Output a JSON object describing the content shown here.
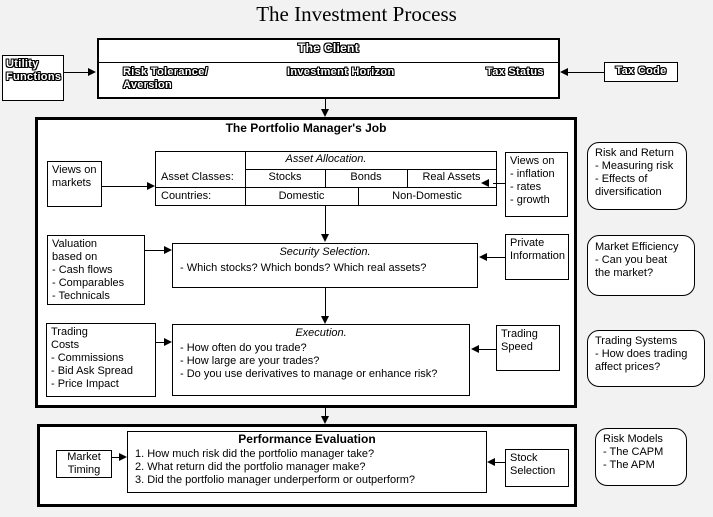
{
  "title": "The Investment Process",
  "colors": {
    "background": "#f2f2f2",
    "box_fill": "#ffffff",
    "line": "#000000"
  },
  "client": {
    "title": "The Client",
    "risk_tolerance": "Risk Tolerance/\nAversion",
    "investment_horizon": "Investment Horizon",
    "tax_status": "Tax Status"
  },
  "inputs": {
    "utility_functions": "Utility\nFunctions",
    "tax_code": "Tax Code"
  },
  "portfolio_manager": {
    "title": "The Portfolio Manager's Job",
    "views_on_markets": "Views on\nmarkets",
    "asset_allocation": {
      "header": "Asset Allocation.",
      "classes_label": "Asset Classes:",
      "classes": [
        "Stocks",
        "Bonds",
        "Real Assets"
      ],
      "countries_label": "Countries:",
      "countries": [
        "Domestic",
        "Non-Domestic"
      ]
    },
    "views_on_economy": "Views on\n- inflation\n- rates\n- growth",
    "valuation": "Valuation\nbased on\n- Cash flows\n- Comparables\n- Technicals",
    "security_selection": {
      "header": "Security Selection.",
      "question": "- Which stocks? Which bonds? Which real assets?"
    },
    "private_information": "Private\nInformation",
    "trading_costs": "Trading\nCosts\n- Commissions\n- Bid Ask Spread\n- Price Impact",
    "execution": {
      "header": "Execution.",
      "questions": [
        "- How often do you trade?",
        "- How large are your trades?",
        "- Do you use derivatives to manage or enhance risk?"
      ]
    },
    "trading_speed": "Trading\nSpeed"
  },
  "performance_evaluation": {
    "title": "Performance Evaluation",
    "market_timing": "Market\nTiming",
    "questions": [
      "1. How much risk did the portfolio manager take?",
      "2. What return did the portfolio manager make?",
      "3. Did the portfolio manager underperform or outperform?"
    ],
    "stock_selection": "Stock\nSelection"
  },
  "annotations": {
    "risk_and_return": "Risk and Return\n- Measuring risk\n- Effects of\ndiversification",
    "market_efficiency": "Market Efficiency\n- Can you beat\nthe market?",
    "trading_systems": "Trading Systems\n- How does trading\naffect prices?",
    "risk_models": "Risk Models\n- The CAPM\n- The APM"
  }
}
